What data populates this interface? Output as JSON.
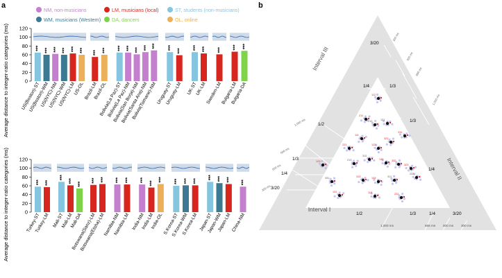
{
  "panel_labels": {
    "a": "a",
    "b": "b"
  },
  "legend": [
    {
      "label": "NM, non-musicians",
      "color": "#c47fcf"
    },
    {
      "label": "LM, musicians (local)",
      "color": "#d6261e"
    },
    {
      "label": "ST, students (non-musicians)",
      "color": "#86c5e0"
    },
    {
      "label": "WM, musicians (Western)",
      "color": "#3b7a92"
    },
    {
      "label": "DA, dancers",
      "color": "#7fd34a"
    },
    {
      "label": "OL, online",
      "color": "#edb05a"
    }
  ],
  "colors": {
    "NM": "#c47fcf",
    "LM": "#d6261e",
    "ST": "#86c5e0",
    "WM": "#3b7a92",
    "DA": "#7fd34a",
    "OL": "#edb05a",
    "band": "#cfdbe8",
    "line": "#2e61a8"
  },
  "chart_data": [
    {
      "type": "bar",
      "ylabel": "Average distance to integer-ratio categories (ms)",
      "ylim": [
        0,
        120
      ],
      "yticks": [
        "0",
        "20",
        "40",
        "60",
        "80",
        "100",
        "120"
      ],
      "significance": "***",
      "groups": [
        {
          "bars": [
            {
              "label": "US(Boston)-ST",
              "value": 65,
              "group": "ST"
            },
            {
              "label": "US(Boston)-WM",
              "value": 60,
              "group": "WM"
            },
            {
              "label": "US(NYC)-NM",
              "value": 62,
              "group": "NM"
            },
            {
              "label": "US(NYC)-WM",
              "value": 60,
              "group": "WM"
            },
            {
              "label": "US(NYC)-LM",
              "value": 63,
              "group": "LM"
            },
            {
              "label": "US-OL",
              "value": 60,
              "group": "OL"
            }
          ]
        },
        {
          "bars": [
            {
              "label": "Brazil-LM",
              "value": 55,
              "group": "LM"
            },
            {
              "label": "Brazil-OL",
              "value": 60,
              "group": "OL"
            }
          ]
        },
        {
          "bars": [
            {
              "label": "Bolivia(La Paz)-ST",
              "value": 65,
              "group": "ST"
            },
            {
              "label": "Bolivia(La Paz)-NM",
              "value": 65,
              "group": "NM"
            },
            {
              "label": "Bolivia(San Borja)-NM",
              "value": 61,
              "group": "NM"
            },
            {
              "label": "Bolivia(Santa Ana)-NM",
              "value": 66,
              "group": "NM"
            },
            {
              "label": "Bolivia(Tsimane)-NM",
              "value": 70,
              "group": "NM"
            }
          ]
        },
        {
          "bars": [
            {
              "label": "Uruguay-ST",
              "value": 66,
              "group": "ST"
            },
            {
              "label": "Uruguay-LM",
              "value": 59,
              "group": "LM"
            }
          ]
        },
        {
          "bars": [
            {
              "label": "UK-ST",
              "value": 66,
              "group": "ST"
            },
            {
              "label": "UK-LM",
              "value": 63,
              "group": "LM"
            }
          ]
        },
        {
          "bars": [
            {
              "label": "Sweden-LM",
              "value": 61,
              "group": "LM"
            }
          ]
        },
        {
          "bars": [
            {
              "label": "Bulgaria-LM",
              "value": 67,
              "group": "LM"
            },
            {
              "label": "Bulgaria-DA",
              "value": 69,
              "group": "DA"
            }
          ]
        }
      ]
    },
    {
      "type": "bar",
      "ylabel": "Average distance to integer-ratio categories (ms)",
      "ylim": [
        0,
        120
      ],
      "yticks": [
        "0",
        "20",
        "40",
        "60",
        "80",
        "100",
        "120"
      ],
      "significance": "***",
      "groups": [
        {
          "bars": [
            {
              "label": "Turkey-ST",
              "value": 58,
              "group": "ST"
            },
            {
              "label": "Turkey-LM",
              "value": 57,
              "group": "LM"
            }
          ]
        },
        {
          "bars": [
            {
              "label": "Mali-ST",
              "value": 69,
              "group": "ST"
            },
            {
              "label": "Mali-LM",
              "value": 61,
              "group": "LM"
            },
            {
              "label": "Mali-DA",
              "value": 54,
              "group": "DA"
            }
          ]
        },
        {
          "bars": [
            {
              "label": "Botswana(Sanz)-LM",
              "value": 62,
              "group": "LM"
            },
            {
              "label": "Botswana(Etsha)-LM",
              "value": 64,
              "group": "LM"
            }
          ]
        },
        {
          "bars": [
            {
              "label": "Namibia-NM",
              "value": 63,
              "group": "NM"
            },
            {
              "label": "Namibia-LM",
              "value": 63,
              "group": "LM"
            }
          ]
        },
        {
          "bars": [
            {
              "label": "India-NM",
              "value": 63,
              "group": "NM"
            },
            {
              "label": "India-LM",
              "value": 56,
              "group": "LM"
            },
            {
              "label": "India-OL",
              "value": 64,
              "group": "OL"
            }
          ]
        },
        {
          "bars": [
            {
              "label": "S.Korea-ST",
              "value": 60,
              "group": "ST"
            },
            {
              "label": "S.Korea-WM",
              "value": 61,
              "group": "WM"
            },
            {
              "label": "S.Korea-LM",
              "value": 61,
              "group": "LM"
            }
          ]
        },
        {
          "bars": [
            {
              "label": "Japan-ST",
              "value": 69,
              "group": "ST"
            },
            {
              "label": "Japan-WM",
              "value": 66,
              "group": "WM"
            },
            {
              "label": "Japan-LM",
              "value": 64,
              "group": "LM"
            }
          ]
        },
        {
          "bars": [
            {
              "label": "China-NM",
              "value": 58,
              "group": "NM"
            }
          ]
        }
      ]
    }
  ],
  "simplex": {
    "axis_labels": [
      "Interval III",
      "Interval II",
      "Interval I"
    ],
    "ratio_labels_left": [
      "3/20",
      "1/4",
      "1/3",
      "1/2"
    ],
    "ratio_labels_inner_top": [
      "3/20",
      "1/4",
      "1/3"
    ],
    "ratio_labels_right": [
      "1/3",
      "1/4",
      "1/2",
      "3/20"
    ],
    "ratio_labels_bottom": [
      "1/2",
      "1/3",
      "1/4",
      "3/20"
    ],
    "ms_labels_right": [
      "300 ms",
      "500 ms",
      "666 ms",
      "1,000 ms"
    ],
    "ms_labels_left": [
      "1,000 ms",
      "666 ms",
      "500 ms",
      "300 ms"
    ],
    "ms_labels_bottom": [
      "1,000 ms",
      "666 ms",
      "500 ms",
      "300 ms"
    ],
    "cluster_labels": [
      "112",
      "211",
      "121",
      "212",
      "111",
      "221",
      "122",
      "321",
      "231",
      "123",
      "213",
      "312",
      "132",
      "332",
      "323",
      "233",
      "331",
      "313",
      "133",
      "311",
      "131",
      "113",
      "222"
    ]
  }
}
